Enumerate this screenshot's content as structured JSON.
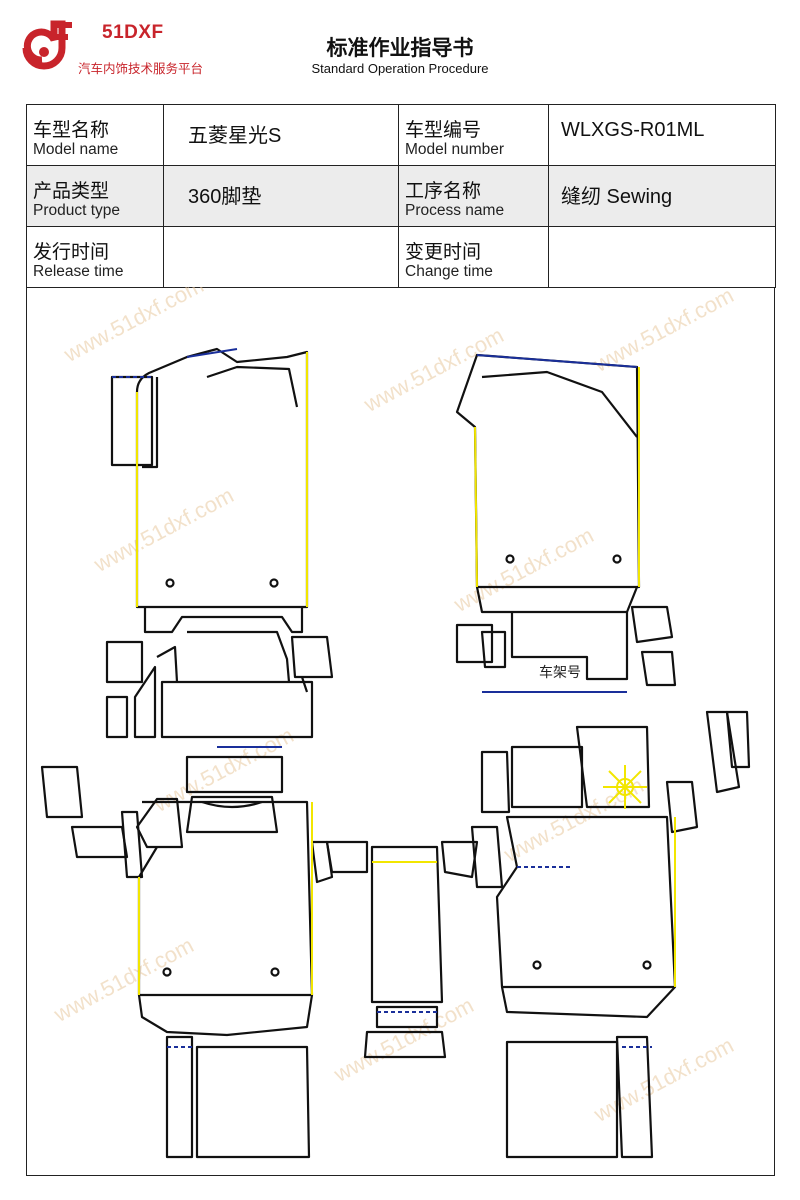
{
  "logo": {
    "name": "51DXF",
    "subtitle": "汽车内饰技术服务平台"
  },
  "header": {
    "title_cn": "标准作业指导书",
    "title_en": "Standard Operation Procedure"
  },
  "info": {
    "model_name_cn": "车型名称",
    "model_name_en": "Model name",
    "model_name_value": "五菱星光S",
    "model_number_cn": "车型编号",
    "model_number_en": "Model number",
    "model_number_value": "WLXGS-R01ML",
    "product_type_cn": "产品类型",
    "product_type_en": "Product type",
    "product_type_value": "360脚垫",
    "process_name_cn": "工序名称",
    "process_name_en": "Process name",
    "process_name_value": "缝纫 Sewing",
    "release_time_cn": "发行时间",
    "release_time_en": "Release time",
    "release_time_value": "",
    "change_time_cn": "变更时间",
    "change_time_en": "Change time",
    "change_time_value": ""
  },
  "diagram": {
    "frame_label": "车架号",
    "watermark": "www.51dxf.com"
  },
  "colors": {
    "brand": "#c8242b",
    "outline": "#111111",
    "edge_yellow": "#f2e600",
    "edge_blue": "#1a2f9a",
    "watermark": "#e9c9a0"
  }
}
